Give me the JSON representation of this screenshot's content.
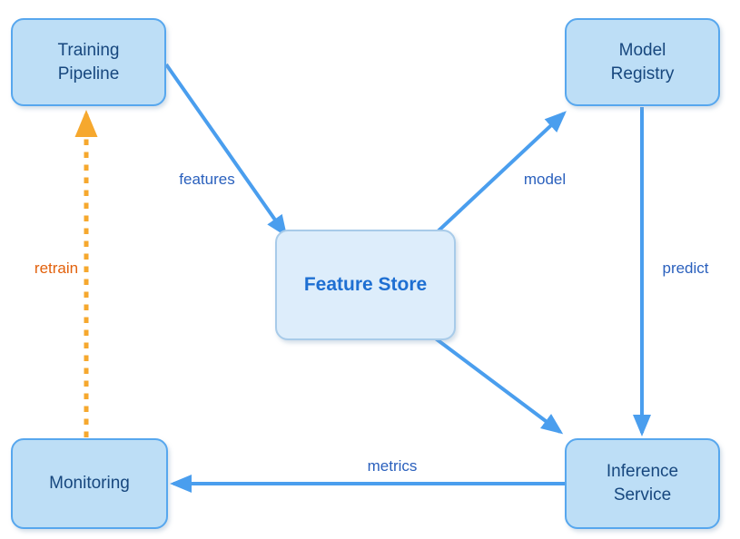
{
  "diagram": {
    "type": "flowchart",
    "nodes": {
      "training_pipeline": {
        "label": "Training Pipeline"
      },
      "model_registry": {
        "label": "Model Registry"
      },
      "feature_store": {
        "label": "Feature Store"
      },
      "monitoring": {
        "label": "Monitoring"
      },
      "inference_service": {
        "label": "Inference Service"
      }
    },
    "edges": {
      "features": {
        "label": "features",
        "from": "Training Pipeline",
        "to": "Feature Store",
        "style": "solid"
      },
      "model": {
        "label": "model",
        "from": "Feature Store",
        "to": "Model Registry",
        "style": "solid"
      },
      "predict": {
        "label": "predict",
        "from": "Model Registry",
        "to": "Inference Service",
        "style": "solid"
      },
      "serve": {
        "label": "",
        "from": "Feature Store",
        "to": "Inference Service",
        "style": "solid"
      },
      "metrics": {
        "label": "metrics",
        "from": "Inference Service",
        "to": "Monitoring",
        "style": "solid"
      },
      "retrain": {
        "label": "retrain",
        "from": "Monitoring",
        "to": "Training Pipeline",
        "style": "dashed"
      }
    }
  },
  "colors": {
    "background": "#ffffff",
    "node_fill": "#bddef6",
    "node_border": "#57a7ee",
    "node_text": "#17477e",
    "center_fill": "#ddedfb",
    "center_border": "#a8cbe9",
    "center_text": "#1e6fd2",
    "arrow": "#4a9eee",
    "retrain_arrow": "#f6a82e",
    "retrain_text": "#e2610c",
    "edge_label": "#2a60bd"
  }
}
